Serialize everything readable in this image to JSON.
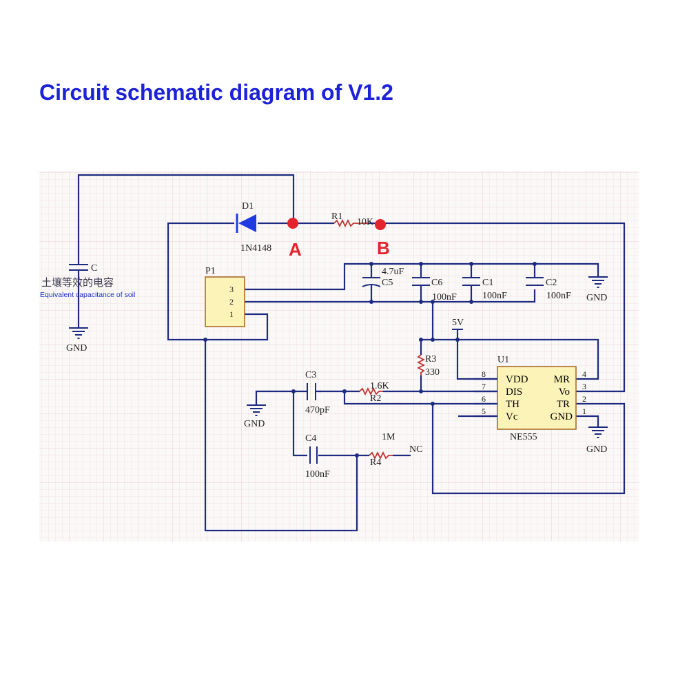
{
  "title": "Circuit schematic diagram of V1.2",
  "labels": {
    "d1": "D1",
    "d1_part": "1N4148",
    "r1": "R1",
    "r1_val": "10K",
    "point_a": "A",
    "point_b": "B",
    "soil_c": "C",
    "soil_cn": "土壤等效的电容",
    "soil_en": "Equivalent capacitance of soil",
    "gnd": "GND",
    "p1": "P1",
    "p1_pin3": "3",
    "p1_pin2": "2",
    "p1_pin1": "1",
    "c5": "C5",
    "c5_val": "4.7uF",
    "c6": "C6",
    "c6_val": "100nF",
    "c1": "C1",
    "c1_val": "100nF",
    "c2": "C2",
    "c2_val": "100nF",
    "vcc": "5V",
    "r3": "R3",
    "r3_val": "330",
    "u1": "U1",
    "u1_part": "NE555",
    "c3": "C3",
    "c3_val": "470pF",
    "r2": "R2",
    "r2_val": "1.6K",
    "c4": "C4",
    "c4_val": "100nF",
    "r4": "R4",
    "r4_val": "1M",
    "nc": "NC"
  },
  "ic": {
    "left_pins": [
      "8",
      "7",
      "6",
      "5"
    ],
    "left_names": [
      "VDD",
      "DIS",
      "TH",
      "Vc"
    ],
    "right_names": [
      "MR",
      "Vo",
      "TR",
      "GND"
    ],
    "right_pins": [
      "4",
      "3",
      "2",
      "1"
    ]
  }
}
